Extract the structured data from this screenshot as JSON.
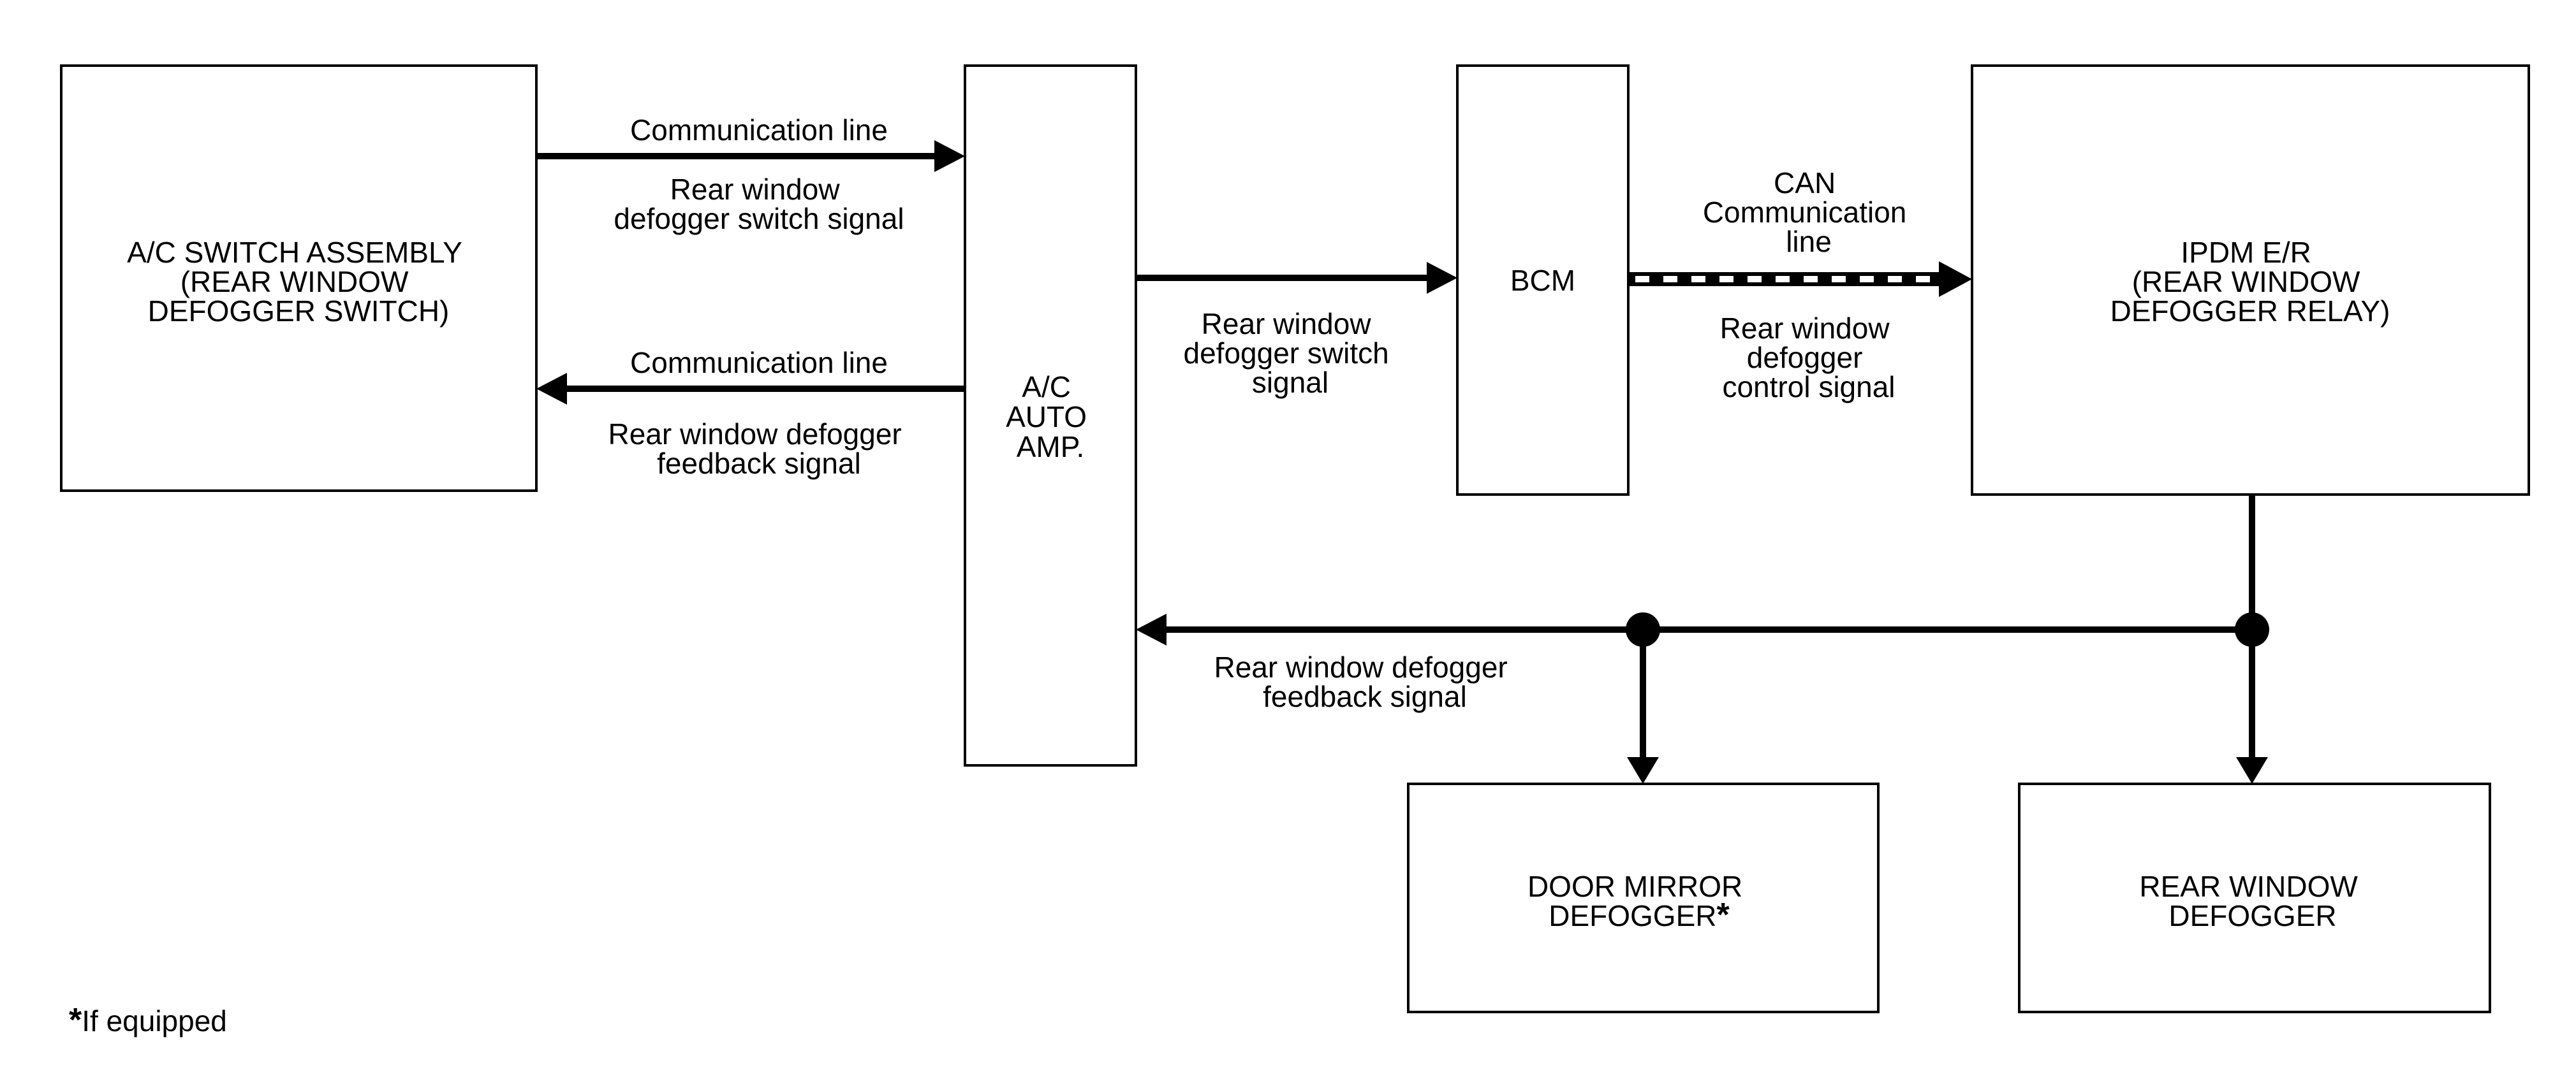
{
  "nodes": {
    "ac_switch": {
      "lines": [
        "A/C SWITCH ASSEMBLY",
        "(REAR WINDOW",
        "DEFOGGER SWITCH)"
      ]
    },
    "ac_auto_amp": {
      "lines": [
        "A/C",
        "AUTO",
        "AMP."
      ]
    },
    "bcm": {
      "lines": [
        "BCM"
      ]
    },
    "ipdm": {
      "lines": [
        "IPDM E/R",
        "(REAR WINDOW",
        "DEFOGGER RELAY)"
      ]
    },
    "door_mirror": {
      "lines": [
        "DOOR MIRROR",
        "DEFOGGER"
      ],
      "marker": "*"
    },
    "rear_window": {
      "lines": [
        "REAR WINDOW",
        "DEFOGGER"
      ]
    }
  },
  "edges": {
    "switch_to_amp": {
      "line_label": "Communication line",
      "signal_lines": [
        "Rear window",
        "defogger switch signal"
      ]
    },
    "amp_to_switch": {
      "line_label": "Communication line",
      "signal_lines": [
        "Rear window defogger",
        "feedback signal"
      ]
    },
    "amp_to_bcm": {
      "signal_lines": [
        "Rear window",
        "defogger switch",
        "signal"
      ]
    },
    "bcm_to_ipdm": {
      "line_label_lines": [
        "CAN",
        "Communication",
        "line"
      ],
      "signal_lines": [
        "Rear window",
        "defogger",
        "control signal"
      ]
    },
    "feedback_to_amp": {
      "signal_lines": [
        "Rear window defogger",
        "feedback signal"
      ]
    }
  },
  "footnote": {
    "marker": "*",
    "text": "If equipped"
  }
}
